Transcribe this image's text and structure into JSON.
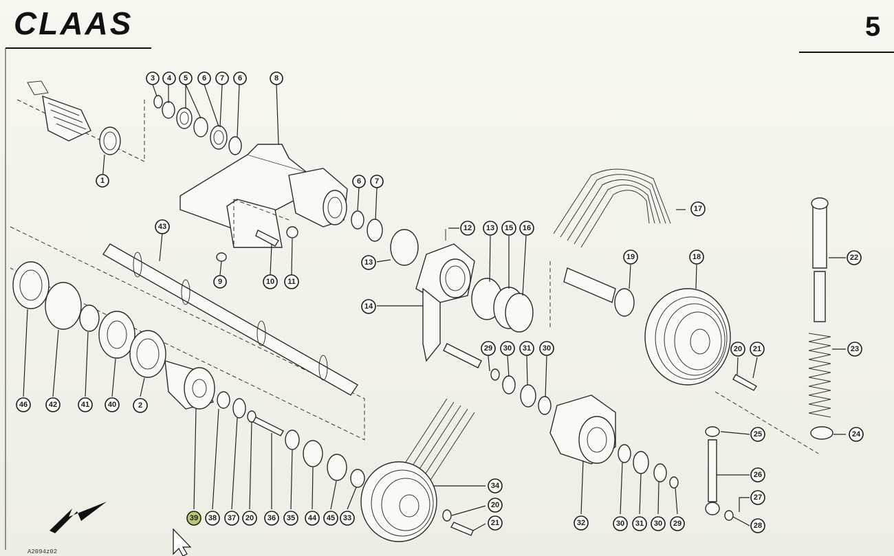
{
  "header": {
    "brand": "CLAAS",
    "page_number": "5"
  },
  "footer": {
    "drawing_ref": "A2094z02"
  },
  "callouts": [
    {
      "id": "c3",
      "label": "3"
    },
    {
      "id": "c4",
      "label": "4"
    },
    {
      "id": "c5",
      "label": "5"
    },
    {
      "id": "c6a",
      "label": "6"
    },
    {
      "id": "c7a",
      "label": "7"
    },
    {
      "id": "c6b",
      "label": "6"
    },
    {
      "id": "c8",
      "label": "8"
    },
    {
      "id": "c1",
      "label": "1"
    },
    {
      "id": "c6c",
      "label": "6"
    },
    {
      "id": "c7b",
      "label": "7"
    },
    {
      "id": "c43",
      "label": "43"
    },
    {
      "id": "c9",
      "label": "9"
    },
    {
      "id": "c10",
      "label": "10"
    },
    {
      "id": "c11",
      "label": "11"
    },
    {
      "id": "c12",
      "label": "12"
    },
    {
      "id": "c13a",
      "label": "13"
    },
    {
      "id": "c15",
      "label": "15"
    },
    {
      "id": "c16",
      "label": "16"
    },
    {
      "id": "c13b",
      "label": "13"
    },
    {
      "id": "c14",
      "label": "14"
    },
    {
      "id": "c17",
      "label": "17"
    },
    {
      "id": "c19",
      "label": "19"
    },
    {
      "id": "c18",
      "label": "18"
    },
    {
      "id": "c22",
      "label": "22"
    },
    {
      "id": "c29a",
      "label": "29"
    },
    {
      "id": "c30a",
      "label": "30"
    },
    {
      "id": "c31a",
      "label": "31"
    },
    {
      "id": "c30b",
      "label": "30"
    },
    {
      "id": "c20a",
      "label": "20"
    },
    {
      "id": "c21a",
      "label": "21"
    },
    {
      "id": "c23",
      "label": "23"
    },
    {
      "id": "c46",
      "label": "46"
    },
    {
      "id": "c42",
      "label": "42"
    },
    {
      "id": "c41",
      "label": "41"
    },
    {
      "id": "c40",
      "label": "40"
    },
    {
      "id": "c2",
      "label": "2"
    },
    {
      "id": "c25",
      "label": "25"
    },
    {
      "id": "c24",
      "label": "24"
    },
    {
      "id": "c26",
      "label": "26"
    },
    {
      "id": "c27",
      "label": "27"
    },
    {
      "id": "c28",
      "label": "28"
    },
    {
      "id": "c34",
      "label": "34"
    },
    {
      "id": "c20b",
      "label": "20"
    },
    {
      "id": "c21b",
      "label": "21"
    },
    {
      "id": "c39",
      "label": "39",
      "highlight": true
    },
    {
      "id": "c38",
      "label": "38"
    },
    {
      "id": "c37",
      "label": "37"
    },
    {
      "id": "c20c",
      "label": "20"
    },
    {
      "id": "c36",
      "label": "36"
    },
    {
      "id": "c35",
      "label": "35"
    },
    {
      "id": "c44",
      "label": "44"
    },
    {
      "id": "c45",
      "label": "45"
    },
    {
      "id": "c33",
      "label": "33"
    },
    {
      "id": "c32",
      "label": "32"
    },
    {
      "id": "c30c",
      "label": "30"
    },
    {
      "id": "c31b",
      "label": "31"
    },
    {
      "id": "c30d",
      "label": "30"
    },
    {
      "id": "c29b",
      "label": "29"
    }
  ]
}
